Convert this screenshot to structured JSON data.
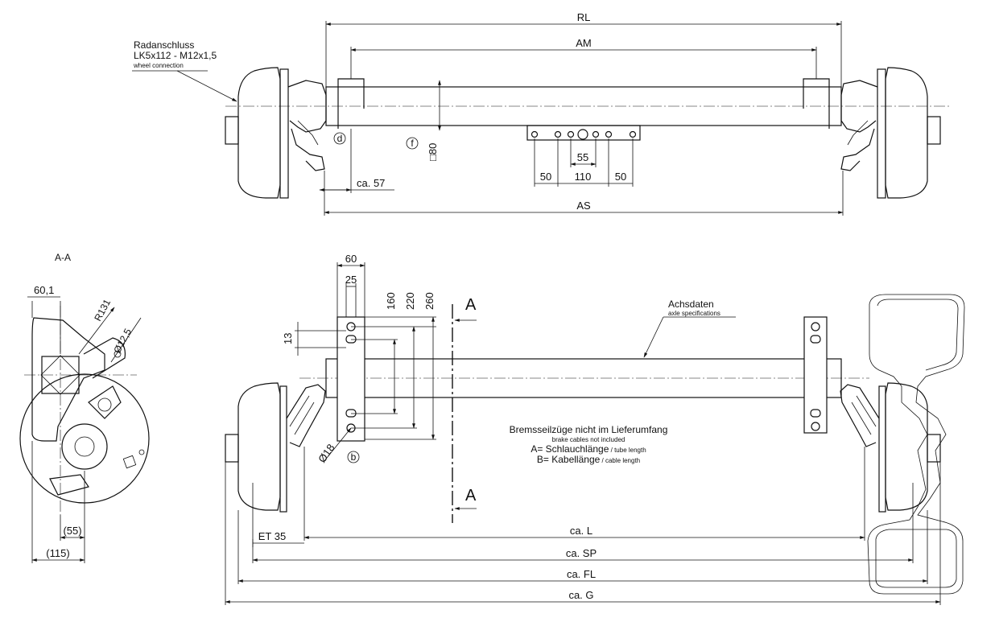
{
  "labels": {
    "rl": "RL",
    "am": "AM",
    "as": "AS",
    "ca57": "ca. 57",
    "d50a": "50",
    "d110": "110",
    "d50b": "50",
    "d55top": "55",
    "sq80": "□80",
    "marker_d": "d",
    "marker_f": "f",
    "marker_b": "b",
    "wheel_conn_de_1": "Radanschluss",
    "wheel_conn_de_2": "LK5x112 - M12x1,5",
    "wheel_conn_en": "wheel connection",
    "section": "A-A",
    "d60_1": "60,1",
    "r131": "R131",
    "dia12_5": "Ø12,5",
    "d55_paren": "(55)",
    "d115_paren": "(115)",
    "d60": "60",
    "d25": "25",
    "d160": "160",
    "d220": "220",
    "d260": "260",
    "d13": "13",
    "dia18": "Ø18",
    "sec_a_top": "A",
    "sec_a_bottom": "A",
    "axle_de": "Achsdaten",
    "axle_en": "axle specifications",
    "brake_de": "Bremsseilzüge nicht im Lieferumfang",
    "brake_en": "brake cables not included",
    "a_de": "A= Schlauchlänge",
    "a_en": " / tube length",
    "b_de": "B= Kabellänge",
    "b_en": " / cable length",
    "et35": "ET 35",
    "cal": "ca. L",
    "casp": "ca. SP",
    "cafl": "ca. FL",
    "cag": "ca. G"
  }
}
